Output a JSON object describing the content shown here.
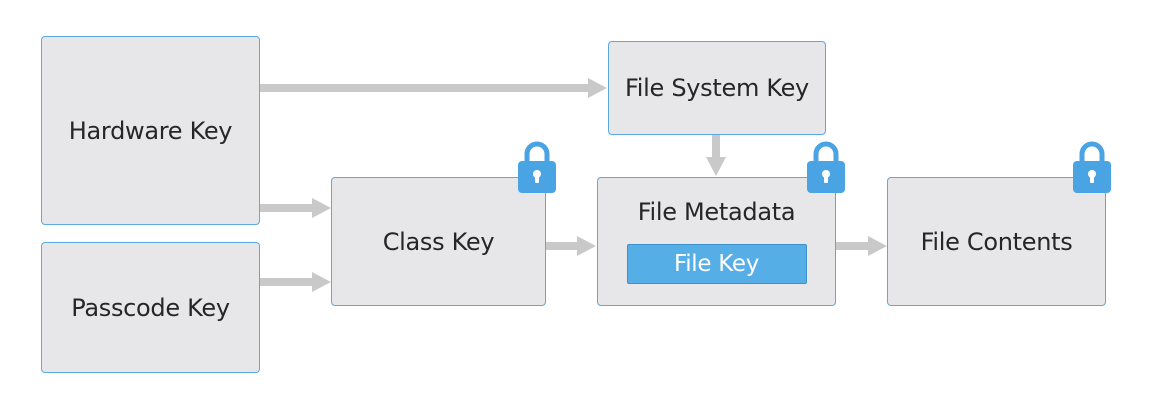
{
  "diagram": {
    "nodes": {
      "hardware_key": "Hardware Key",
      "passcode_key": "Passcode Key",
      "class_key": "Class Key",
      "file_system_key": "File System Key",
      "file_metadata": "File Metadata",
      "file_key": "File Key",
      "file_contents": "File Contents"
    },
    "edges": [
      {
        "from": "Hardware Key",
        "to": "File System Key"
      },
      {
        "from": "Hardware Key",
        "to": "Class Key"
      },
      {
        "from": "Passcode Key",
        "to": "Class Key"
      },
      {
        "from": "File System Key",
        "to": "File Metadata"
      },
      {
        "from": "Class Key",
        "to": "File Metadata"
      },
      {
        "from": "File Metadata",
        "to": "File Contents"
      }
    ],
    "locked_nodes": [
      "Class Key",
      "File Metadata",
      "File Contents"
    ],
    "icons": [
      "lock-icon"
    ],
    "colors": {
      "box_fill": "#e7e7e9",
      "box_border": "#5aa9e0",
      "arrow": "#c9c9c9",
      "lock": "#4aa3e3",
      "file_key_fill": "#55aee6"
    }
  }
}
